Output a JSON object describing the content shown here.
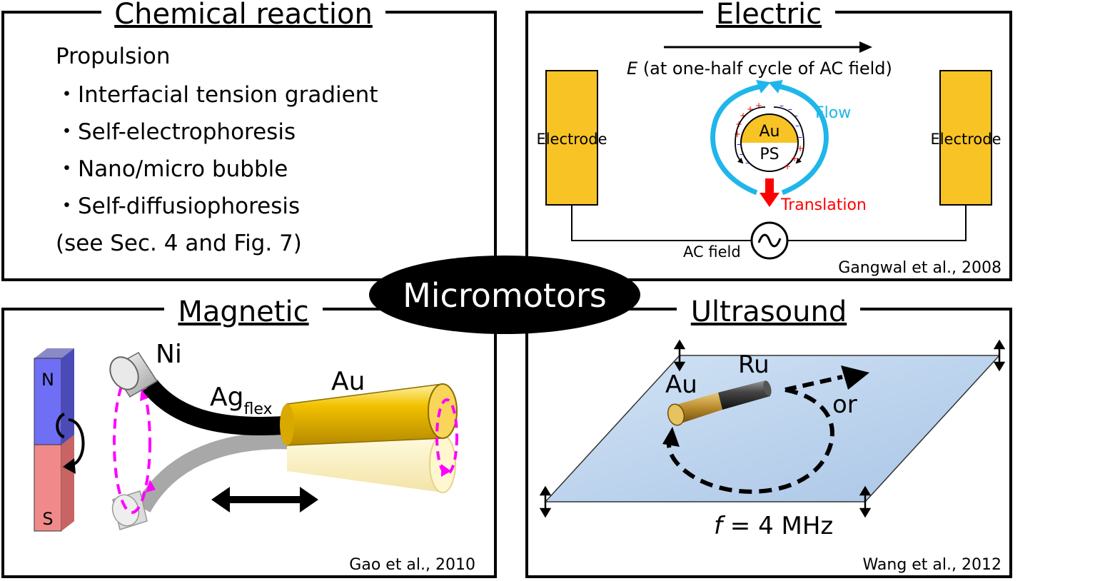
{
  "center_label": "Micromotors",
  "chemical": {
    "title": "Chemical reaction",
    "heading": "Propulsion",
    "items": [
      "・Interfacial tension gradient",
      "・Self-electrophoresis",
      "・Nano/micro bubble",
      "・Self-diffusiophoresis"
    ],
    "note": "(see Sec. 4 and Fig. 7)"
  },
  "electric": {
    "title": "Electric",
    "field_symbol": "E",
    "field_label": "(at one-half cycle of AC field)",
    "electrode_left": "Electrode",
    "electrode_right": "Electrode",
    "particle_top": "Au",
    "particle_bottom": "PS",
    "flow_label": "Flow",
    "translation_label": "Translation",
    "ac_label": "AC field",
    "ac_symbol": "~",
    "citation": "Gangwal et al., 2008",
    "colors": {
      "electrode": "#f7c325",
      "flow": "#1fb6ea",
      "translation": "#ff0000"
    }
  },
  "magnetic": {
    "title": "Magnetic",
    "magnet_n": "N",
    "magnet_s": "S",
    "ni_label": "Ni",
    "ag_label": "Ag",
    "ag_sub": "flex",
    "au_label": "Au",
    "citation": "Gao et al., 2010",
    "colors": {
      "north": "#6f6ff5",
      "south": "#f08a8a",
      "trace": "#ff00ff"
    }
  },
  "ultrasound": {
    "title": "Ultrasound",
    "au_label": "Au",
    "ru_label": "Ru",
    "or_label": "or",
    "freq_symbol": "f",
    "freq_label": " = 4 MHz",
    "citation": "Wang et al., 2012",
    "colors": {
      "plate": "#b9d3ee"
    }
  }
}
